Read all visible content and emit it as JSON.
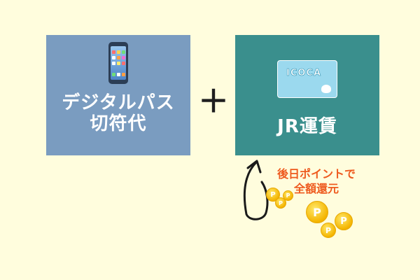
{
  "left_box": {
    "line1": "デジタルパス",
    "line2": "切符代",
    "bg_color": "#7a9cc0",
    "icon": "smartphone-icon"
  },
  "operator": "＋",
  "right_box": {
    "label": "JR運賃",
    "bg_color": "#3a8f8d",
    "card": {
      "logo": "ICOCA",
      "icon": "ic-card-icon"
    }
  },
  "cashback": {
    "line1": "後日ポイントで",
    "line2": "全額還元",
    "color": "#ee5a1e",
    "arrow_icon": "return-arrow-icon",
    "coin_label": "P"
  }
}
